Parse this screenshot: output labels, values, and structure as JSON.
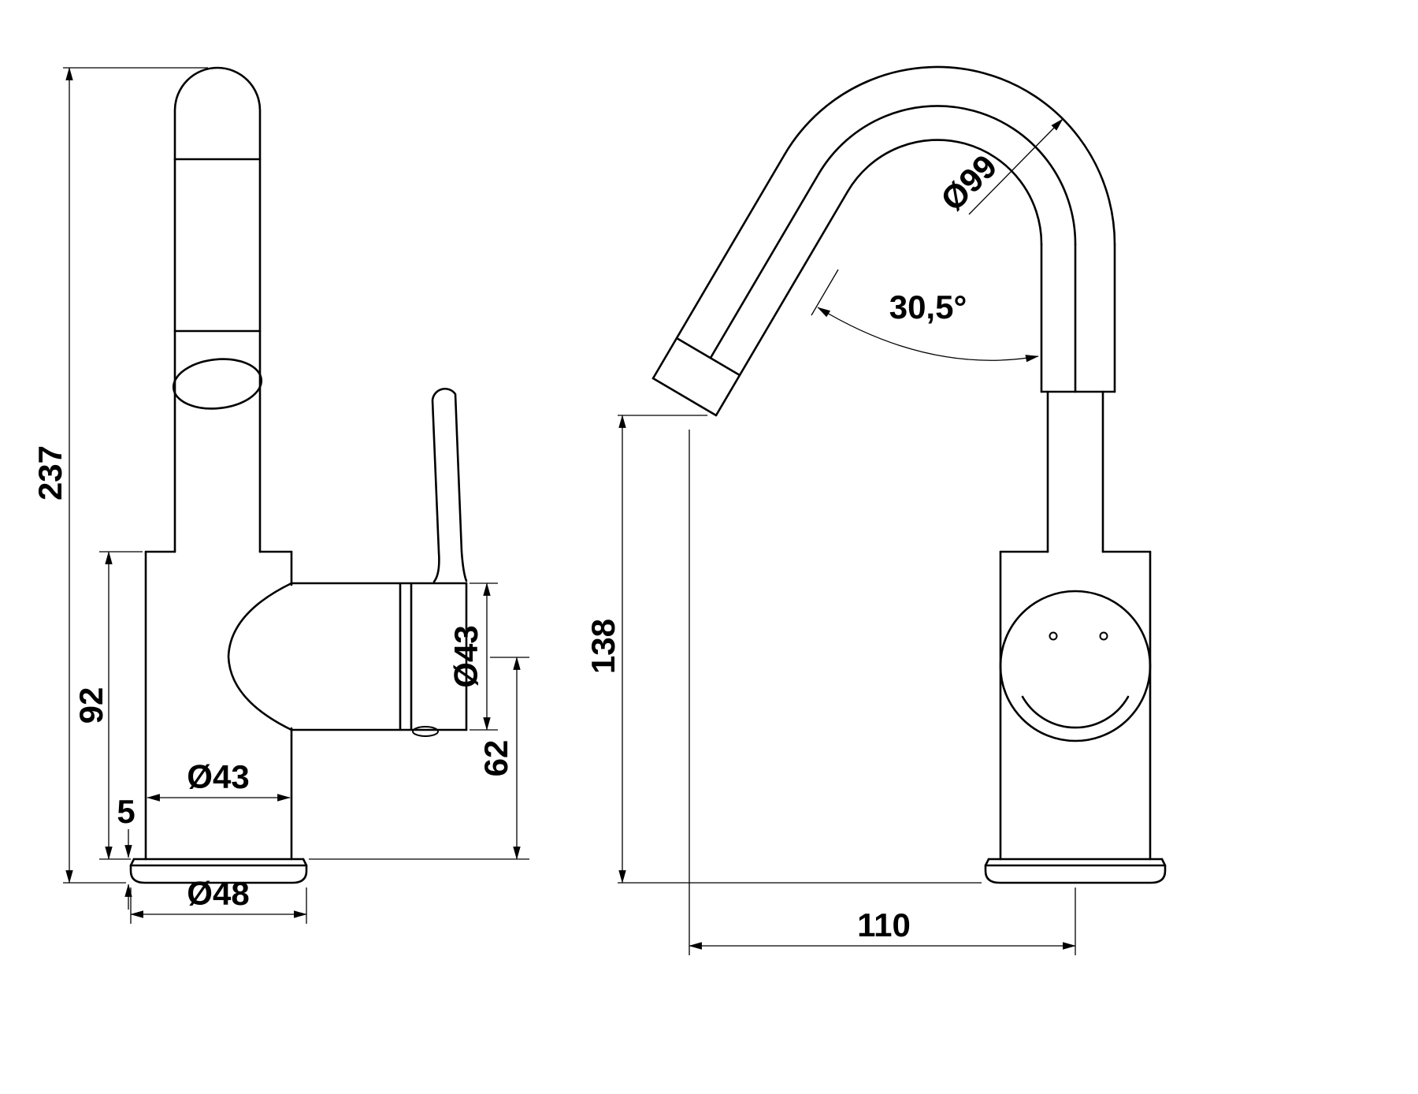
{
  "drawing": {
    "subject": "single-lever basin faucet",
    "views": {
      "side": {
        "label": "side-view",
        "dimensions": {
          "total_height": "237",
          "body_height": "92",
          "base_height": "5",
          "body_diameter": "Ø43",
          "base_diameter": "Ø48",
          "handle_diameter": "Ø43",
          "handle_axis_height": "62"
        }
      },
      "front": {
        "label": "front-view",
        "dimensions": {
          "bend_diameter": "Ø99",
          "spout_angle": "30,5°",
          "outlet_height": "138",
          "spout_reach": "110"
        }
      }
    },
    "colors": {
      "line": "#000000",
      "background": "#ffffff"
    }
  }
}
